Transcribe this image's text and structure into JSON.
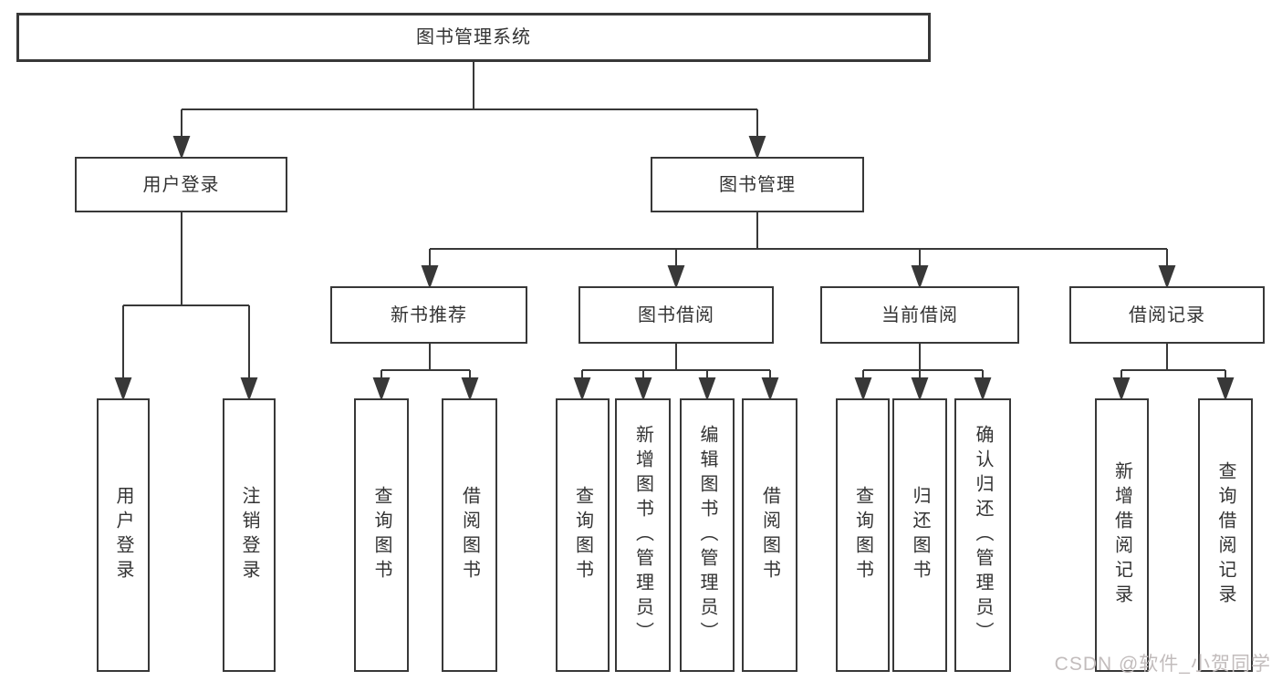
{
  "diagram": {
    "title": "图书管理系统",
    "level2": [
      {
        "label": "用户登录"
      },
      {
        "label": "图书管理"
      }
    ],
    "level3": [
      {
        "label": "新书推荐"
      },
      {
        "label": "图书借阅"
      },
      {
        "label": "当前借阅"
      },
      {
        "label": "借阅记录"
      }
    ],
    "leaves": {
      "user_login": [
        "用户登录",
        "注销登录"
      ],
      "new_book_rec": [
        "查询图书",
        "借阅图书"
      ],
      "book_borrow": [
        "查询图书",
        "新增图书（管理员）",
        "编辑图书（管理员）",
        "借阅图书"
      ],
      "current_borrow": [
        "查询图书",
        "归还图书",
        "确认归还（管理员）"
      ],
      "borrow_records": [
        "新增借阅记录",
        "查询借阅记录"
      ]
    },
    "line_color": "#383838",
    "text_color": "#333333"
  },
  "watermark": {
    "text": "CSDN @软件_小贺同学",
    "color": "#c2bcbc"
  }
}
